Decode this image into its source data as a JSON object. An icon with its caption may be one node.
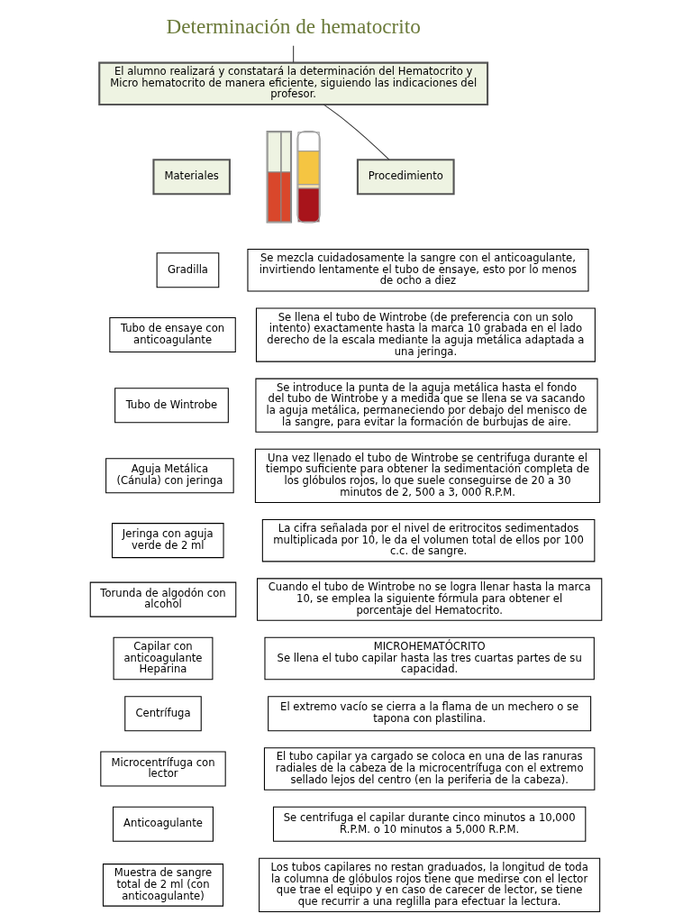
{
  "diagram": {
    "nodes": [
      {
        "text": [
          "Determinación de hematocrito"
        ]
      },
      {
        "text": [
          "El alumno realizará y constatará la determinación del Hematocrito y Micro hematocrito de manera eficiente, siguiendo las indicaciones del profesor."
        ]
      },
      {
        "text": [
          "Materiales"
        ]
      },
      {
        "text": [
          "Gradilla"
        ]
      },
      {
        "text": [
          "Tubo de ensaye con anticoagulante"
        ]
      },
      {
        "text": [
          "Tubo de Wintrobe"
        ]
      },
      {
        "text": [
          "Aguja Metálica (Cánula) con jeringa"
        ]
      },
      {
        "text": [
          "Jeringa con aguja verde de 2 ml"
        ]
      },
      {
        "text": [
          "Torunda de algodón con alcohol"
        ]
      },
      {
        "text": [
          "Capilar con anticoagulante Heparina"
        ]
      },
      {
        "text": [
          "Centrífuga"
        ]
      },
      {
        "text": [
          "Microcentrífuga con lector"
        ]
      },
      {
        "text": [
          "Anticoagulante"
        ]
      },
      {
        "text": [
          "Muestra de sangre total de 2 ml (con anticoagulante)"
        ]
      },
      {
        "text": [
          "Procedimiento"
        ]
      },
      {
        "text": [
          "Se mezcla cuidadosamente la sangre con el anticoagulante, invirtiendo lentamente el tubo de ensaye, esto por lo menos de ocho a diez"
        ]
      },
      {
        "text": [
          "Se llena el tubo de Wintrobe (de preferencia con un solo intento) exactamente hasta la marca 10 grabada en el lado derecho de la escala mediante la aguja metálica adaptada a una jeringa."
        ]
      },
      {
        "text": [
          "Se introduce la punta de la aguja metálica hasta el fondo del tubo de Wintrobe y a medida que se llena se va sacando la aguja metálica, permaneciendo por debajo del menisco de la sangre, para evitar la formación de burbujas de aire."
        ]
      },
      {
        "text": [
          "Una vez llenado el tubo de Wintrobe se centrifuga durante el tiempo suficiente para obtener la sedimentación completa de los glóbulos rojos, lo que suele conseguirse de 20 a 30 minutos de 2, 500 a 3, 000 R.P.M."
        ]
      },
      {
        "text": [
          "La cifra señalada por el nivel de eritrocitos sedimentados multiplicada por 10, le da el volumen total de ellos por 100 c.c. de sangre."
        ]
      },
      {
        "text": [
          "Cuando el tubo de Wintrobe no se logra llenar hasta la marca 10, se emplea la siguiente fórmula para obtener el porcentaje del Hematocrito."
        ]
      },
      {
        "text": [
          "MICROHEMATÓCRITO",
          "Se llena el tubo capilar hasta las tres cuartas partes de su capacidad."
        ]
      },
      {
        "text": [
          "El extremo vacío se cierra a la flama de un mechero o se tapona con plastilina."
        ]
      },
      {
        "text": [
          "El tubo capilar ya cargado se coloca en una de las ranuras radiales de la cabeza de la microcentrífuga con el extremo sellado lejos del centro (en la periferia de la cabeza)."
        ]
      },
      {
        "text": [
          "Se centrifuga el capilar durante cinco minutos a 10,000 R.P.M. o 10 minutos a 5,000 R.P.M."
        ]
      },
      {
        "text": [
          "Los tubos capilares no restan graduados, la longitud de toda la columna de glóbulos rojos tiene que medirse con el lector que trae el equipo y en caso de carecer de lector, se tiene que recurrir a una reglilla para efectuar la lectura."
        ]
      },
      {
        "text": [],
        "shape": "picture"
      }
    ],
    "edges": [
      {
        "from": 0,
        "to": 1,
        "arrow": "none"
      },
      {
        "from": 1,
        "to": 14,
        "arrow": "none"
      }
    ]
  }
}
